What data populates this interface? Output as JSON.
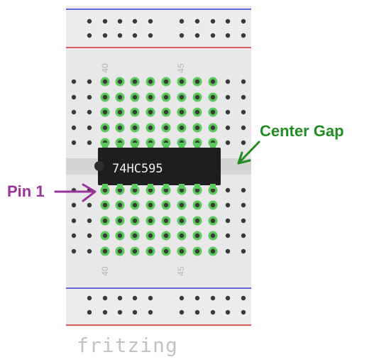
{
  "board": {
    "row_numbers": {
      "top_left": "40",
      "top_right": "45",
      "bottom_left": "40",
      "bottom_right": "45"
    },
    "colors": {
      "board": "#e8e8e8",
      "rail_red": "#d12f2f",
      "rail_blue": "#2f3fd1",
      "hole": "#3a3a3a",
      "connected_hole": "#5cc85c",
      "gap": "#d4d4d4"
    }
  },
  "chip": {
    "label": "74HC595",
    "body_color": "#1e1e1e",
    "pin_count": 16
  },
  "annotations": {
    "center_gap": {
      "text": "Center Gap",
      "color": "#228b22"
    },
    "pin1": {
      "text": "Pin 1",
      "color": "#993399"
    }
  },
  "watermark": "fritzing"
}
